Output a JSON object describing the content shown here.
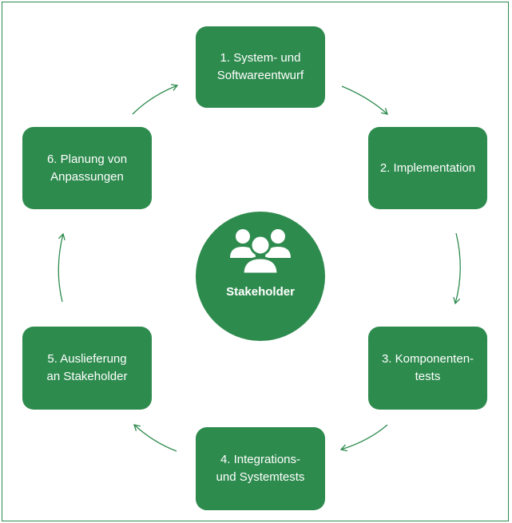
{
  "steps": [
    {
      "line1": "1. System- und",
      "line2": "Softwareentwurf"
    },
    {
      "line1": "2. Implementation",
      "line2": ""
    },
    {
      "line1": "3. Komponenten-",
      "line2": "tests"
    },
    {
      "line1": "4. Integrations-",
      "line2": "und Systemtests"
    },
    {
      "line1": "5. Auslieferung",
      "line2": "an Stakeholder"
    },
    {
      "line1": "6. Planung von",
      "line2": "Anpassungen"
    }
  ],
  "center": {
    "label": "Stakeholder",
    "icon": "people-group-icon"
  },
  "colors": {
    "accent": "#2e8b4e",
    "text": "#ffffff",
    "background": "#ffffff"
  }
}
